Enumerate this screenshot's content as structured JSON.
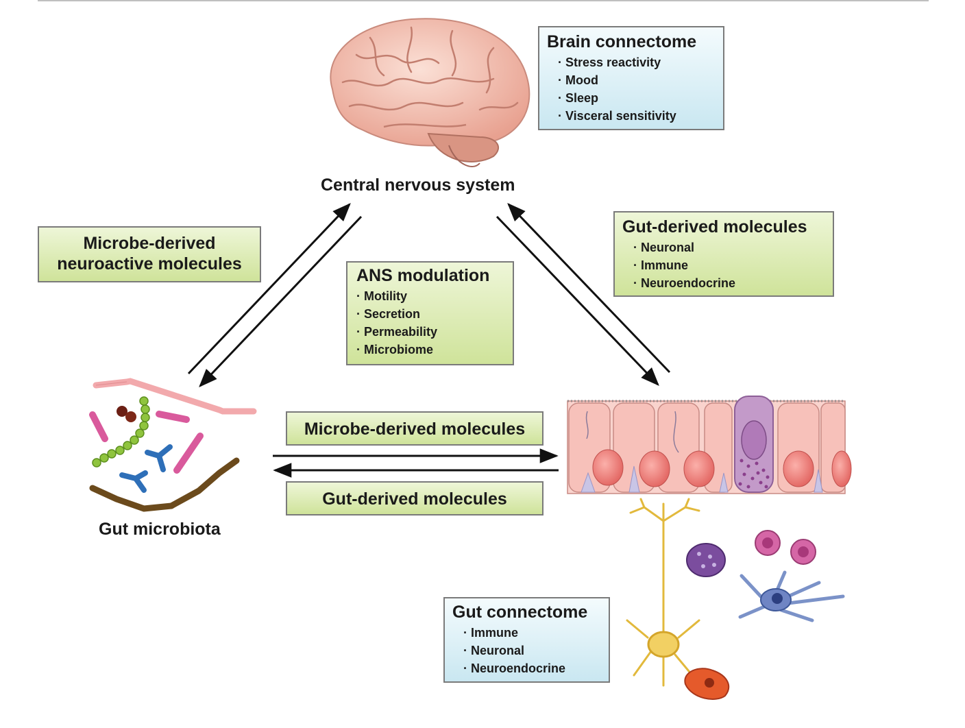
{
  "brain_connectome": {
    "title": "Brain connectome",
    "items": [
      "Stress reactivity",
      "Mood",
      "Sleep",
      "Visceral sensitivity"
    ]
  },
  "cns_label": "Central nervous system",
  "microbe_neuroactive": {
    "line1": "Microbe-derived",
    "line2": "neuroactive molecules"
  },
  "ans_modulation": {
    "title": "ANS modulation",
    "items": [
      "Motility",
      "Secretion",
      "Permeability",
      "Microbiome"
    ]
  },
  "gut_derived_top": {
    "title": "Gut-derived molecules",
    "items": [
      "Neuronal",
      "Immune",
      "Neuroendocrine"
    ]
  },
  "microbe_derived_molecules": "Microbe-derived molecules",
  "gut_derived_molecules": "Gut-derived molecules",
  "gut_microbiota_label": "Gut microbiota",
  "gut_connectome": {
    "title": "Gut connectome",
    "items": [
      "Immune",
      "Neuronal",
      "Neuroendocrine"
    ]
  },
  "colors": {
    "green_box": "#cfe39a",
    "blue_box": "#c9e7f1",
    "brain": "#f0b8a8",
    "epithelium": "#f7c7c0"
  }
}
